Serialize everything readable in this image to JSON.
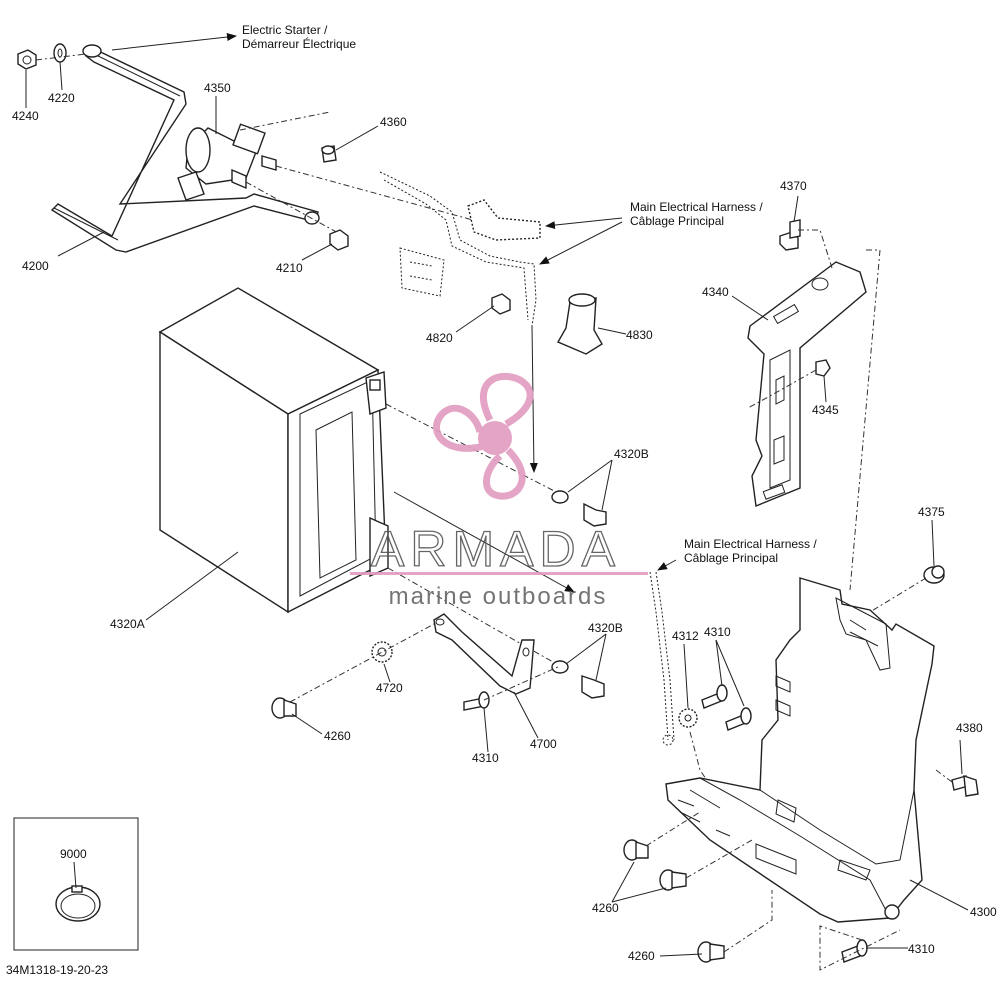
{
  "diagram": {
    "drawing_number": "34M1318-19-20-23",
    "annotations": {
      "electric_starter_en": "Electric Starter /",
      "electric_starter_fr": "Démarreur Électrique",
      "harness_1_en": "Main Electrical Harness /",
      "harness_1_fr": "Câblage Principal",
      "harness_2_en": "Main Electrical Harness /",
      "harness_2_fr": "Câblage Principal"
    },
    "parts": {
      "p4240": "4240",
      "p4220": "4220",
      "p4200": "4200",
      "p4350": "4350",
      "p4360": "4360",
      "p4210": "4210",
      "p4370": "4370",
      "p4340": "4340",
      "p4345": "4345",
      "p4820": "4820",
      "p4830": "4830",
      "p4320B_a": "4320B",
      "p4320A": "4320A",
      "p4375": "4375",
      "p4320B_b": "4320B",
      "p4312": "4312",
      "p4310_a": "4310",
      "p4720": "4720",
      "p4260_a": "4260",
      "p4310_b": "4310",
      "p4700": "4700",
      "p4380": "4380",
      "p9000": "9000",
      "p4260_b": "4260",
      "p4300": "4300",
      "p4260_c": "4260",
      "p4310_c": "4310"
    }
  },
  "watermark": {
    "brand": "ARMADA",
    "tagline": "marine outboards",
    "color": "#e29bbf"
  }
}
